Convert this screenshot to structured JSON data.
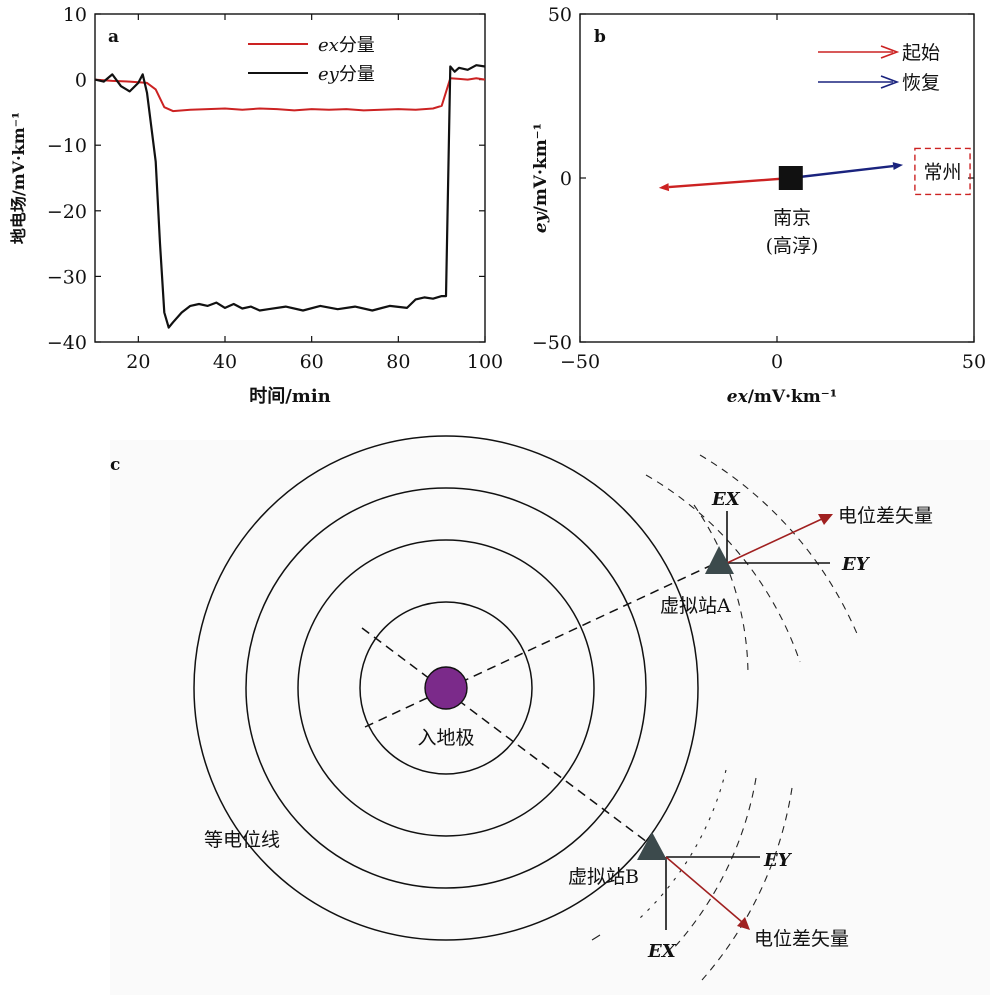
{
  "panel_a": {
    "label": "a",
    "ylabel": "地电场/mV·km⁻¹",
    "xlabel": "时间/min",
    "legend": [
      {
        "name_var": "ex",
        "name_rest": "分量",
        "color": "#cc2222"
      },
      {
        "name_var": "ey",
        "name_rest": "分量",
        "color": "#111111"
      }
    ]
  },
  "panel_b": {
    "label": "b",
    "ylabel_var": "ey",
    "ylabel_rest": "/mV·km⁻¹",
    "xlabel_var": "ex",
    "xlabel_rest": "/mV·km⁻¹",
    "legend": [
      {
        "name": "起始",
        "color": "#cc2222"
      },
      {
        "name": "恢复",
        "color": "#1a237e"
      }
    ],
    "station_name": "南京",
    "station_sub": "(高淳)",
    "box_label": "常州"
  },
  "panel_c": {
    "label": "c",
    "electrode_label": "入地极",
    "equipotential_label": "等电位线",
    "station_a": "虚拟站A",
    "station_b": "虚拟站B",
    "vector_label": "电位差矢量",
    "ex_label": "EX",
    "ey_label": "EY",
    "electrode_color": "#7b2a8a",
    "station_color": "#3c4a4c",
    "vector_color": "#a02020"
  },
  "chart_data": [
    {
      "type": "line",
      "panel": "a",
      "xlim": [
        10,
        100
      ],
      "ylim": [
        -40,
        10
      ],
      "xticks": [
        20,
        40,
        60,
        80,
        100
      ],
      "yticks": [
        10,
        0,
        -10,
        -20,
        -30,
        -40
      ],
      "series": [
        {
          "name": "ex分量",
          "color": "#cc2222",
          "x": [
            10,
            14,
            18,
            22,
            24,
            26,
            28,
            32,
            36,
            40,
            44,
            48,
            52,
            56,
            60,
            64,
            68,
            72,
            76,
            80,
            84,
            88,
            90,
            92,
            94,
            96,
            98,
            100
          ],
          "y": [
            0,
            -0.2,
            -0.3,
            -0.5,
            -1.5,
            -4.2,
            -4.8,
            -4.6,
            -4.5,
            -4.4,
            -4.6,
            -4.4,
            -4.5,
            -4.7,
            -4.5,
            -4.6,
            -4.5,
            -4.7,
            -4.6,
            -4.5,
            -4.6,
            -4.4,
            -4.0,
            0.2,
            0.1,
            0.0,
            0.2,
            0.0
          ]
        },
        {
          "name": "ey分量",
          "color": "#111111",
          "x": [
            10,
            12,
            14,
            16,
            18,
            20,
            21,
            22,
            24,
            25,
            26,
            27,
            28,
            30,
            32,
            34,
            36,
            38,
            40,
            42,
            44,
            46,
            48,
            50,
            54,
            58,
            62,
            66,
            70,
            74,
            78,
            82,
            84,
            86,
            88,
            90,
            91,
            92,
            93,
            94,
            96,
            98,
            100
          ],
          "y": [
            0,
            -0.3,
            0.8,
            -1.0,
            -1.8,
            -0.5,
            0.8,
            -2.0,
            -12.5,
            -25.0,
            -35.5,
            -37.8,
            -37.0,
            -35.5,
            -34.5,
            -34.2,
            -34.5,
            -34.0,
            -34.8,
            -34.2,
            -34.9,
            -34.6,
            -35.2,
            -35.0,
            -34.6,
            -35.2,
            -34.5,
            -35.0,
            -34.6,
            -35.2,
            -34.5,
            -34.8,
            -33.5,
            -33.2,
            -33.4,
            -33.0,
            -33.0,
            2.0,
            1.2,
            1.8,
            1.5,
            2.2,
            2.0
          ]
        }
      ]
    },
    {
      "type": "scatter",
      "panel": "b",
      "xlim": [
        -50,
        50
      ],
      "ylim": [
        -50,
        50
      ],
      "xticks": [
        -50,
        0,
        50
      ],
      "yticks": [
        50,
        0,
        -50
      ],
      "station": {
        "x": 3.5,
        "y": 0
      },
      "arrows": [
        {
          "name": "起始",
          "color": "#cc2222",
          "from": [
            3.5,
            0
          ],
          "to": [
            -30,
            -3
          ]
        },
        {
          "name": "恢复",
          "color": "#1a237e",
          "from": [
            3.5,
            0
          ],
          "to": [
            32,
            4
          ]
        }
      ],
      "box": {
        "x0": 35,
        "x1": 49,
        "y0": -5,
        "y1": 9
      }
    }
  ]
}
